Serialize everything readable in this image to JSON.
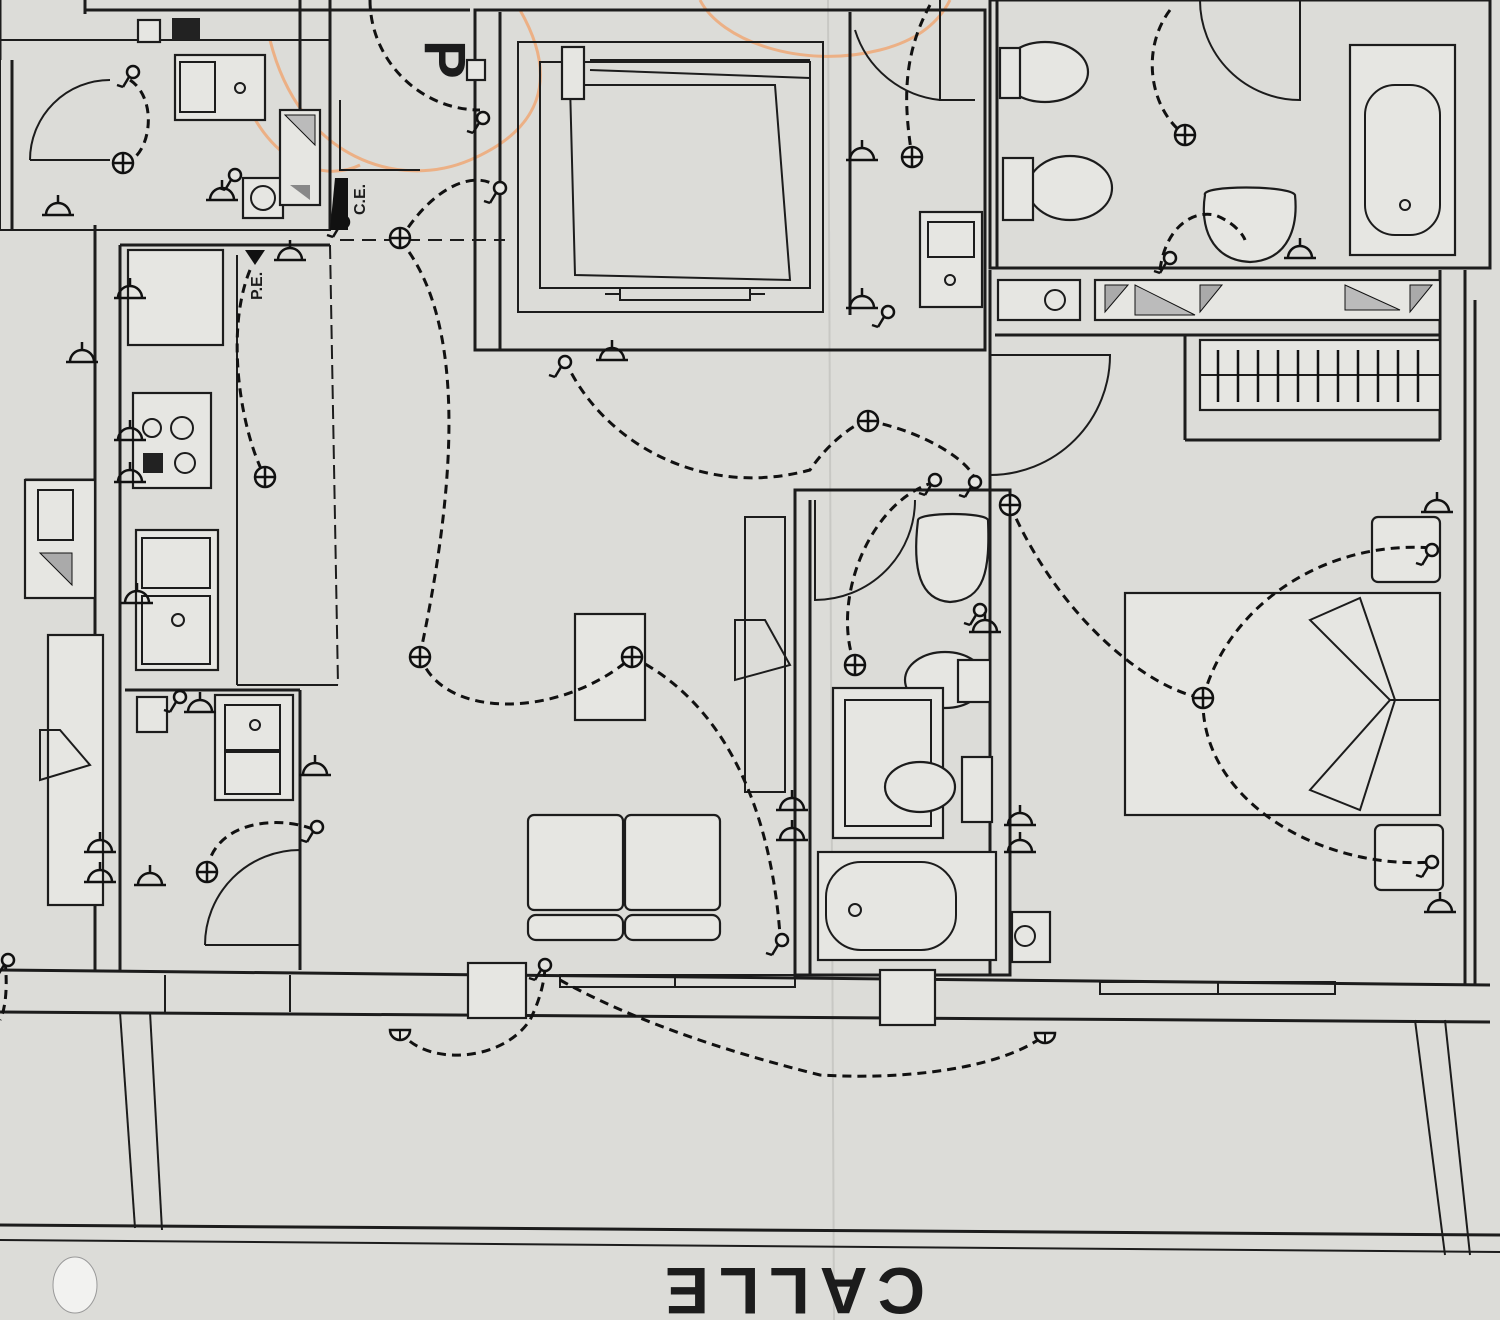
{
  "labels": {
    "street": "CALLE",
    "pe": "P.E.",
    "ce": "C.E.",
    "parking": "P"
  },
  "colors": {
    "paper": "#dcdcd8",
    "ink": "#1c1c1c",
    "marker": "#f0a570"
  },
  "symbols": {
    "light_point": "circle-cross-icon",
    "socket": "socket-icon",
    "switch": "switch-icon",
    "wall_light": "wall-lamp-icon"
  }
}
